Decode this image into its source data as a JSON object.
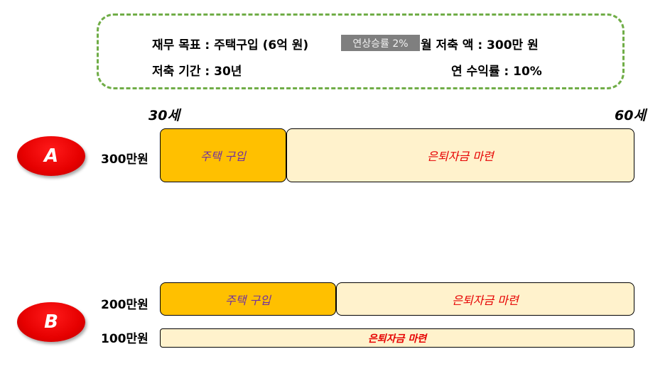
{
  "goal_box": {
    "goal_label": "재무 목표 : 주택구입 (6억 원)",
    "inflation_badge": "연상승률 2%",
    "monthly_saving": "월 저축 액 : 300만 원",
    "period": "저축 기간 : 30년",
    "annual_return": "연 수익률 : 10%"
  },
  "timeline": {
    "start_age": "30세",
    "end_age": "60세"
  },
  "plan_a": {
    "badge": "A",
    "amount": "300만원",
    "bars": [
      {
        "label": "주택 구입",
        "type": "house"
      },
      {
        "label": "은퇴자금 마련",
        "type": "retire"
      }
    ]
  },
  "plan_b": {
    "badge": "B",
    "rows": [
      {
        "amount": "200만원",
        "bars": [
          {
            "label": "주택 구입",
            "type": "house"
          },
          {
            "label": "은퇴자금 마련",
            "type": "retire"
          }
        ]
      },
      {
        "amount": "100만원",
        "bars": [
          {
            "label": "은퇴자금 마련",
            "type": "retire"
          }
        ]
      }
    ]
  },
  "colors": {
    "goal_border": "#70ad47",
    "badge_bg": "#7f7f7f",
    "plan_badge": "#e60000",
    "house_fill": "#ffc000",
    "house_text": "#7030a0",
    "retire_fill": "#fff2cc",
    "retire_text": "#e60000"
  }
}
